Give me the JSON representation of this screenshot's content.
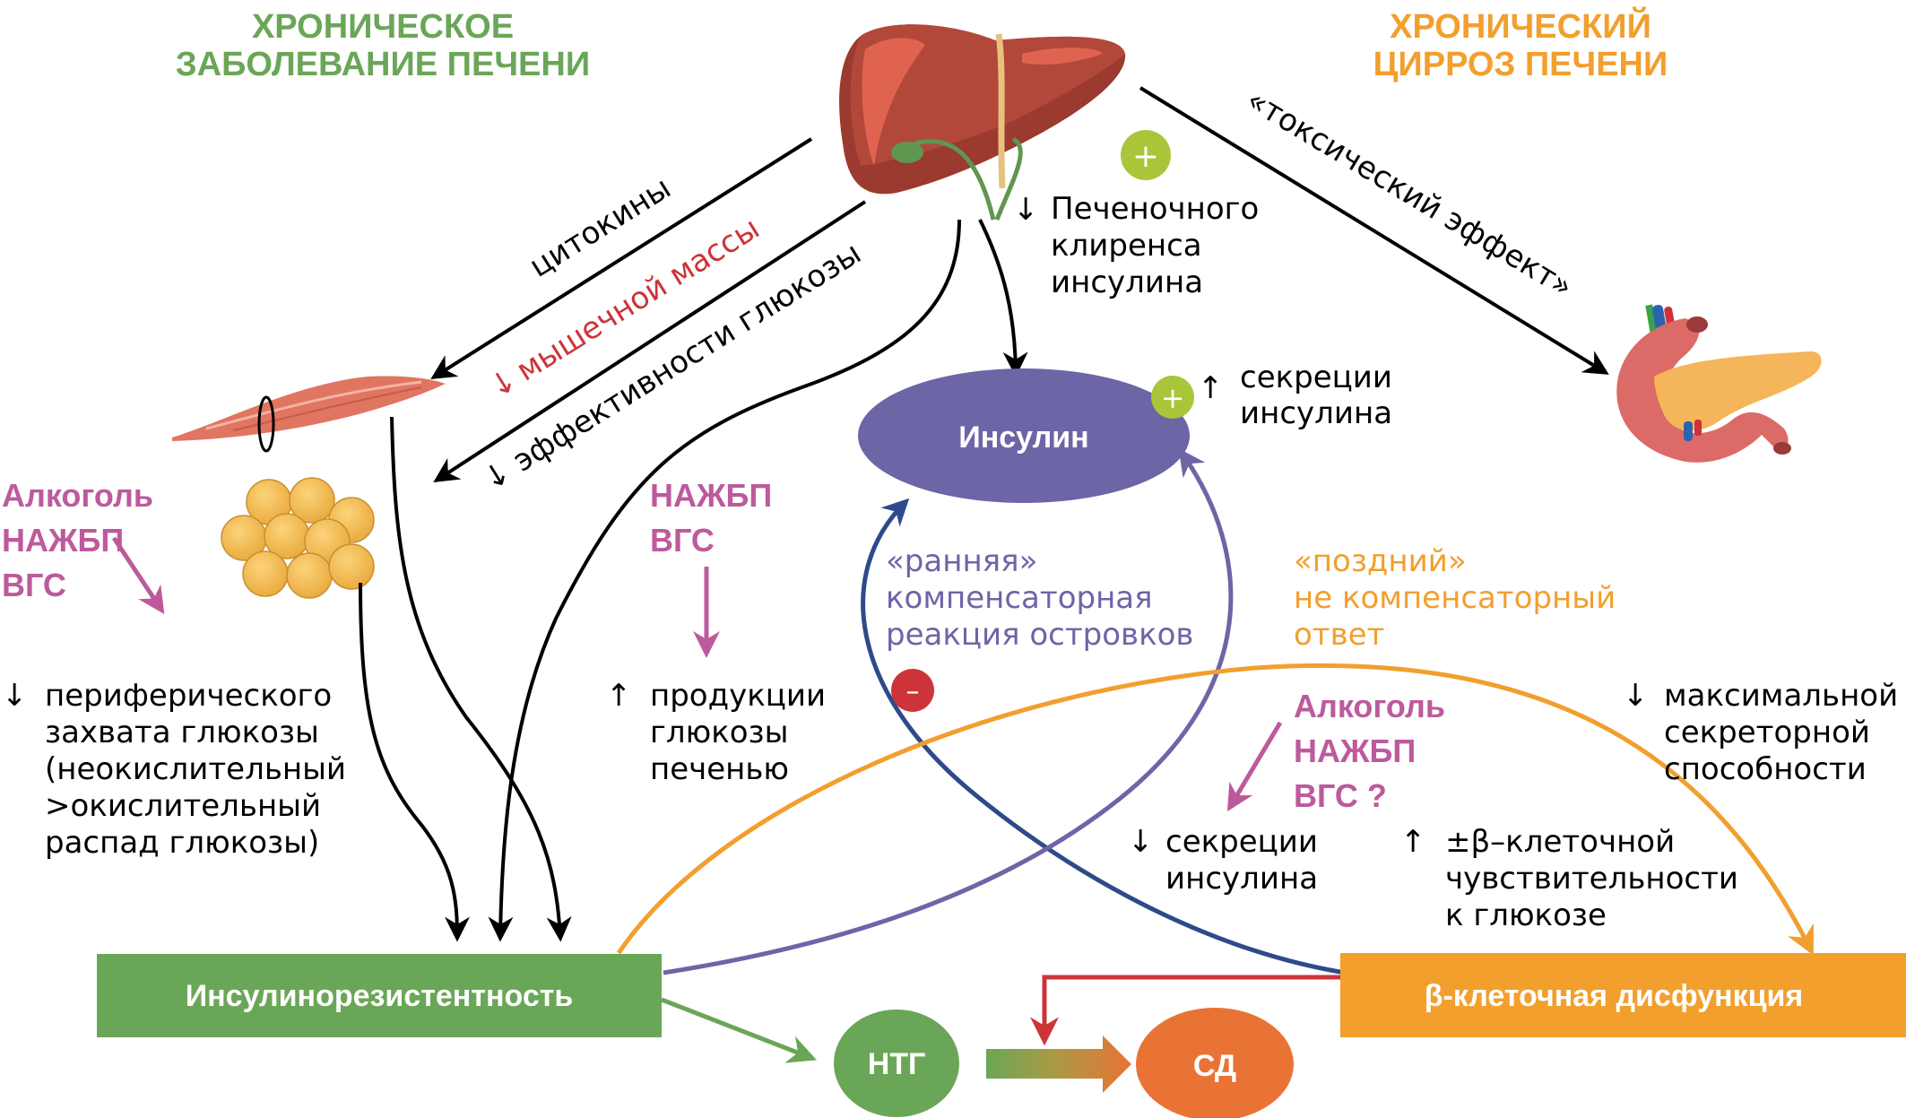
{
  "headers": {
    "left": [
      "ХРОНИЧЕСКОЕ",
      "ЗАБОЛЕВАНИЕ ПЕЧЕНИ"
    ],
    "right": [
      "ХРОНИЧЕСКИЙ",
      "ЦИРРОЗ ПЕЧЕНИ"
    ]
  },
  "colors": {
    "green": "#6aa657",
    "orange": "#f29f2e",
    "purple": "#6c65a6",
    "navy": "#2e4a8a",
    "magenta": "#bd5a9c",
    "red": "#cc343a",
    "lime": "#a9c63a",
    "sd_orange": "#e97335"
  },
  "organs": {
    "liver": "liver",
    "muscle": "muscle",
    "fat": "adipose-tissue",
    "pancreas": "pancreas"
  },
  "arrow_labels": {
    "cytokines": "цитокины",
    "muscle_mass": "мышечной массы",
    "glucose_efficiency": "эффективности глюкозы",
    "toxic_effect": "«токсический эффект»"
  },
  "liver_clearance": [
    "Печеночного",
    "клиренса",
    "инсулина"
  ],
  "insulin_secretion_up": [
    "секреции",
    "инсулина"
  ],
  "insulin_node": "Инсулин",
  "plus_sign": "+",
  "minus_sign": "–",
  "left_factors": [
    "Алкоголь",
    "НАЖБП",
    "ВГС"
  ],
  "peripheral_uptake": [
    "периферического",
    "захвата глюкозы",
    "(неокислительный",
    ">окислительный",
    "распад глюкозы)"
  ],
  "mid_factors": [
    "НАЖБП",
    "ВГС"
  ],
  "glucose_production": [
    "продукции",
    "глюкозы",
    "печенью"
  ],
  "early_response": [
    "«ранняя»",
    "компенсаторная",
    "реакция островков"
  ],
  "late_response": [
    "«поздний»",
    "не компенсаторный",
    "ответ"
  ],
  "right_factors": [
    "Алкоголь",
    "НАЖБП",
    "ВГС ?"
  ],
  "max_secretory": [
    "максимальной",
    "секреторной",
    "способности"
  ],
  "insulin_secretion_down": [
    "секреции",
    "инсулина"
  ],
  "beta_sensitivity": [
    "±β–клеточной",
    "чувствительности",
    "к глюкозе"
  ],
  "arrows": {
    "down": "↓",
    "up": "↑"
  },
  "boxes": {
    "insulin_resistance": "Инсулинорезистентность",
    "beta_dysfunction": "β-клеточная дисфункция",
    "ntg": "НТГ",
    "sd": "СД"
  }
}
